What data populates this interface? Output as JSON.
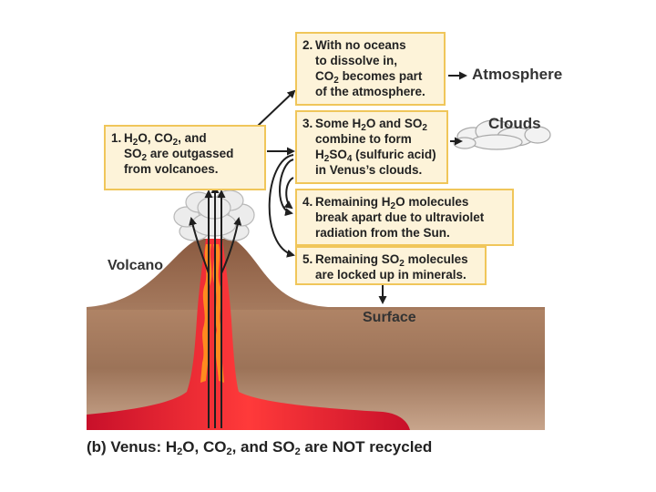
{
  "boxes": {
    "b1": {
      "num": "1.",
      "l1a": "H",
      "l1b": "O, CO",
      "l1c": ", and",
      "l2a": "SO",
      "l2b": " are outgassed",
      "l3": "from volcanoes."
    },
    "b2": {
      "num": "2.",
      "l1": "With no oceans",
      "l2": "to dissolve in,",
      "l3a": "CO",
      "l3b": " becomes part",
      "l4": "of the atmosphere."
    },
    "b3": {
      "num": "3.",
      "l1a": "Some H",
      "l1b": "O and SO",
      "l2": "combine to form",
      "l3a": "H",
      "l3b": "SO",
      "l3c": " (sulfuric acid)",
      "l4": "in Venus’s clouds."
    },
    "b4": {
      "num": "4.",
      "l1a": "Remaining H",
      "l1b": "O molecules",
      "l2": "break apart due to ultraviolet",
      "l3": "radiation from the Sun."
    },
    "b5": {
      "num": "5.",
      "l1a": "Remaining SO",
      "l1b": " molecules",
      "l2": "are locked up in minerals."
    }
  },
  "subscripts": {
    "two": "2",
    "four": "4"
  },
  "labels": {
    "atmosphere": "Atmosphere",
    "clouds": "Clouds",
    "volcano": "Volcano",
    "surface": "Surface"
  },
  "caption": {
    "a": "(b) Venus: H",
    "b": "O, CO",
    "c": ", and SO",
    "d": " are NOT recycled"
  },
  "colors": {
    "box_fill": "#fdf3d9",
    "box_border": "#f0c65a",
    "ground": "#9a7055",
    "lava": "#e01e2a",
    "lava_core": "#ff7a1a",
    "arrow": "#1f1f1f"
  }
}
